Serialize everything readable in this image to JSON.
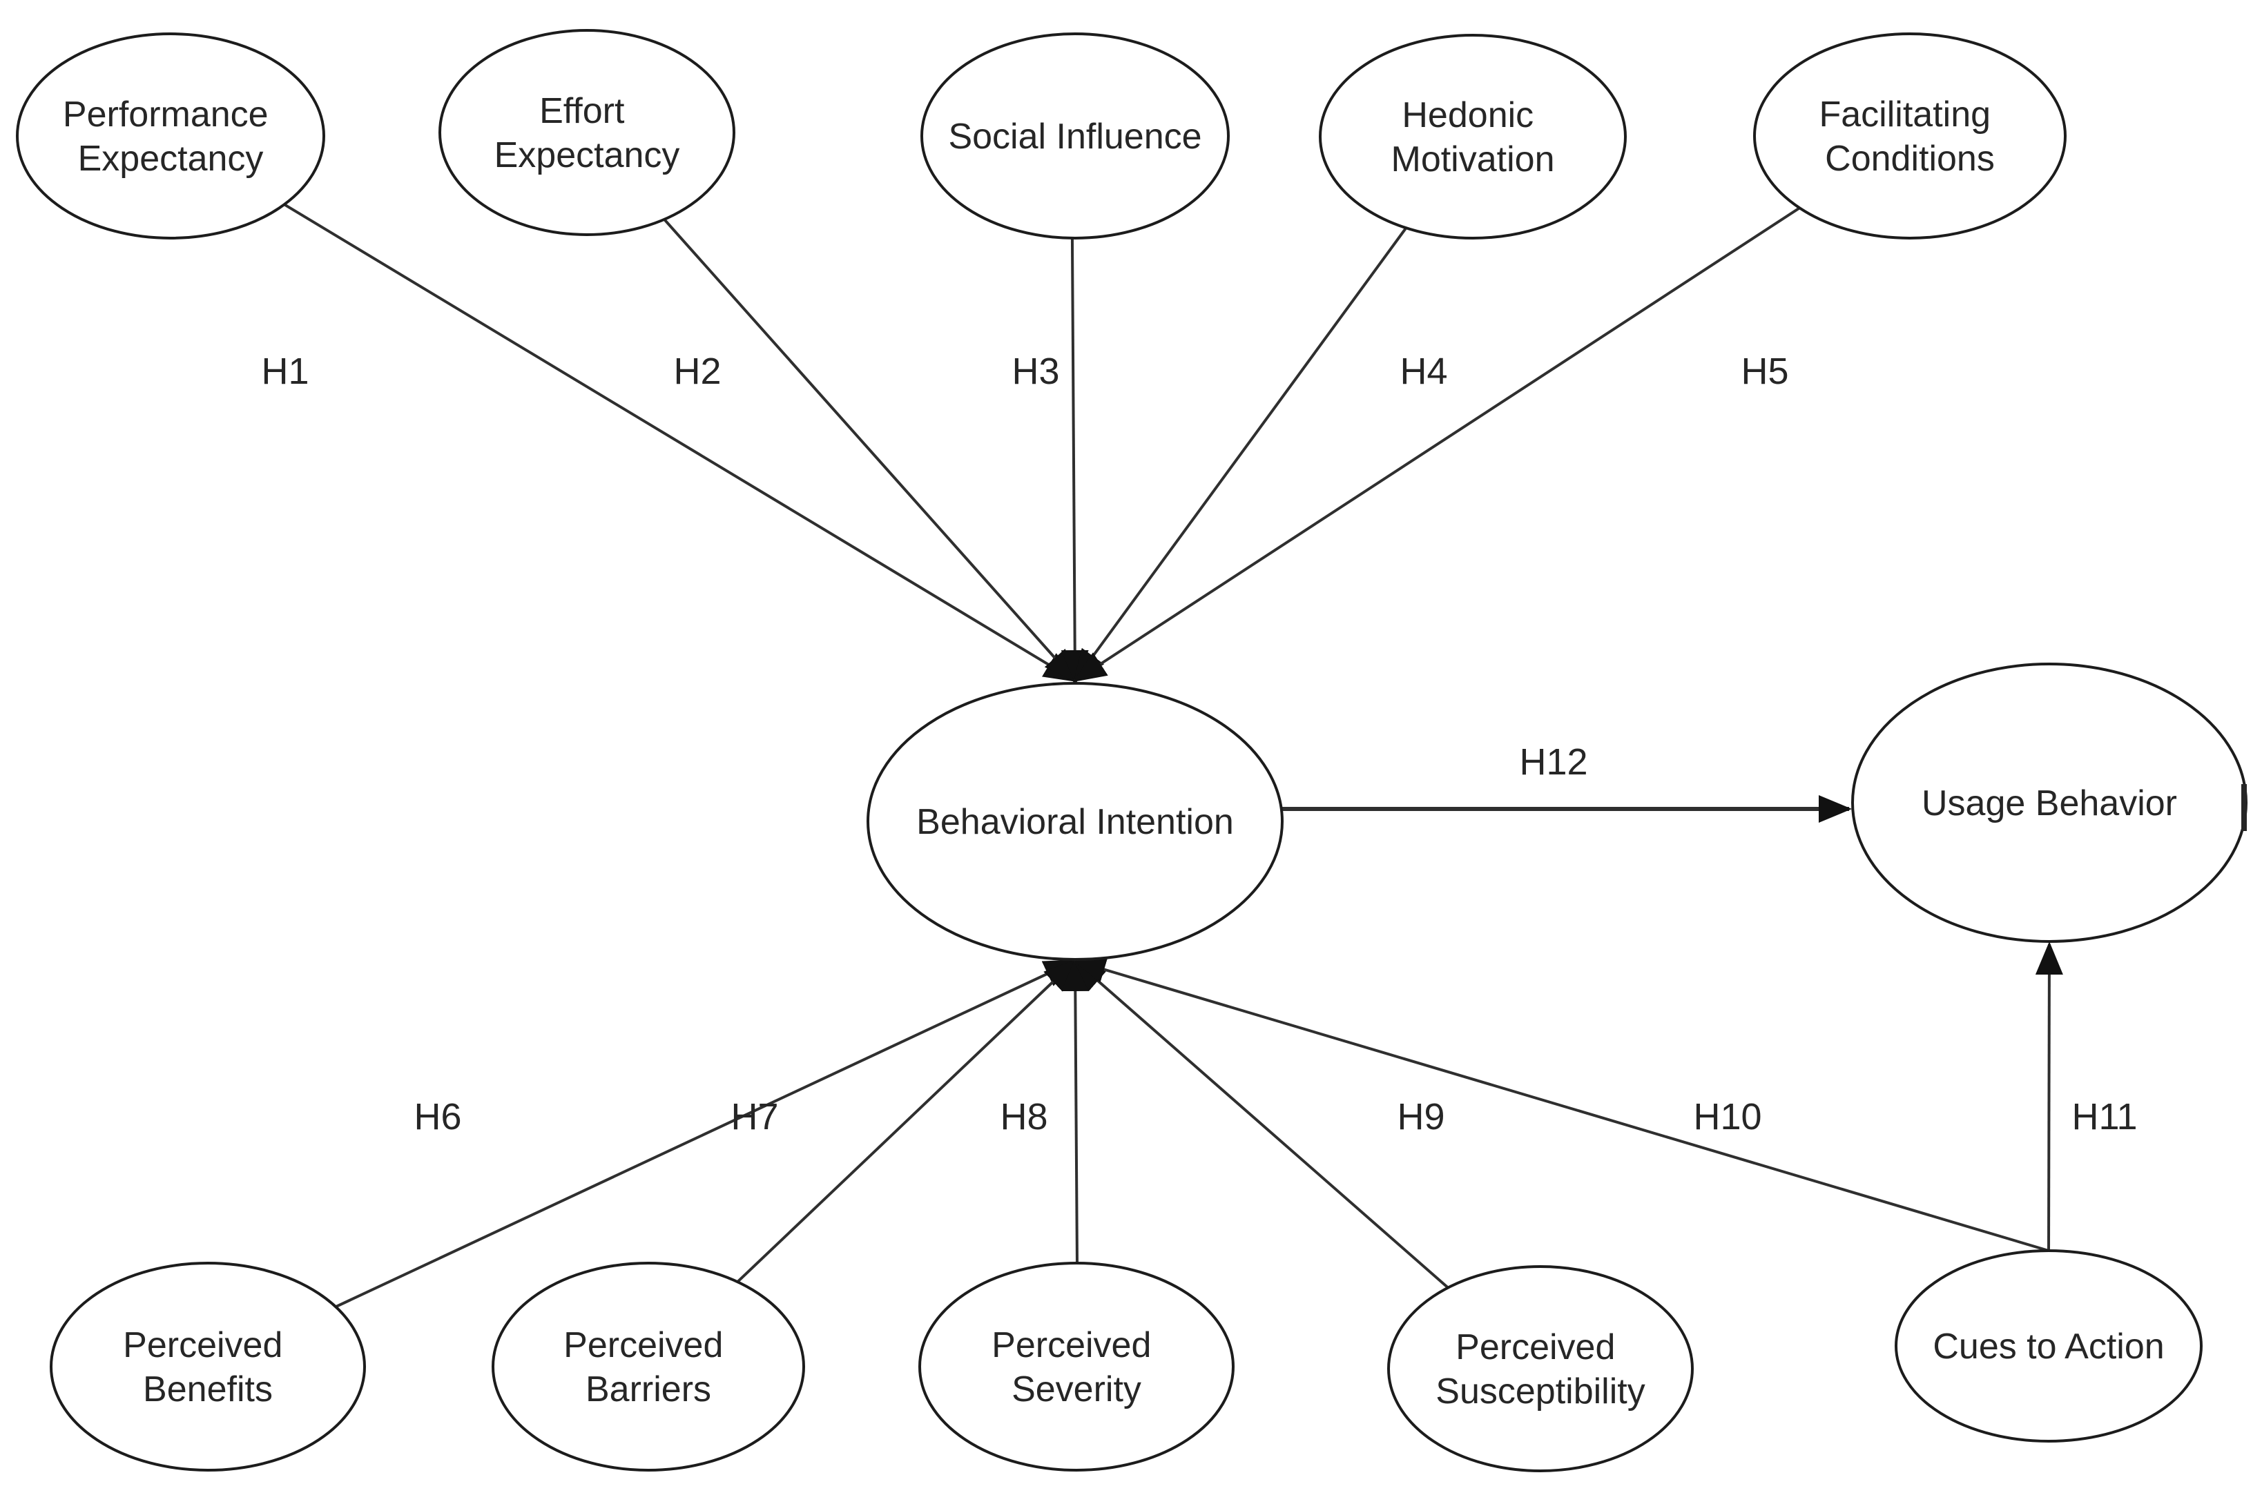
{
  "figure": {
    "type": "hypothesis-path-model",
    "background": "#ffffff",
    "colors": {
      "node_fill": "#ffffff",
      "node_stroke": "#1c1c1c",
      "edge_line": "#2f2f2f",
      "text": "#262626"
    },
    "nodes": [
      {
        "id": "performance-expectancy",
        "lines": [
          "Performance",
          "Expectancy"
        ]
      },
      {
        "id": "effort-expectancy",
        "lines": [
          "Effort",
          "Expectancy"
        ]
      },
      {
        "id": "social-influence",
        "lines": [
          "Social Influence"
        ]
      },
      {
        "id": "hedonic-motivation",
        "lines": [
          "Hedonic",
          "Motivation"
        ]
      },
      {
        "id": "facilitating-conditions",
        "lines": [
          "Facilitating",
          "Conditions"
        ]
      },
      {
        "id": "behavioral-intention",
        "lines": [
          "Behavioral Intention"
        ]
      },
      {
        "id": "usage-behavior",
        "lines": [
          "Usage Behavior"
        ]
      },
      {
        "id": "perceived-benefits",
        "lines": [
          "Perceived",
          "Benefits"
        ]
      },
      {
        "id": "perceived-barriers",
        "lines": [
          "Perceived",
          "Barriers"
        ]
      },
      {
        "id": "perceived-severity",
        "lines": [
          "Perceived",
          "Severity"
        ]
      },
      {
        "id": "perceived-susceptibility",
        "lines": [
          "Perceived",
          "Susceptibility"
        ]
      },
      {
        "id": "cues-to-action",
        "lines": [
          "Cues to Action"
        ]
      }
    ],
    "edges": [
      {
        "label": "H1",
        "from": "Performance Expectancy",
        "to": "Behavioral Intention"
      },
      {
        "label": "H2",
        "from": "Effort Expectancy",
        "to": "Behavioral Intention"
      },
      {
        "label": "H3",
        "from": "Social Influence",
        "to": "Behavioral Intention"
      },
      {
        "label": "H4",
        "from": "Hedonic Motivation",
        "to": "Behavioral Intention"
      },
      {
        "label": "H5",
        "from": "Facilitating Conditions",
        "to": "Behavioral Intention"
      },
      {
        "label": "H6",
        "from": "Perceived Benefits",
        "to": "Behavioral Intention"
      },
      {
        "label": "H7",
        "from": "Perceived Barriers",
        "to": "Behavioral Intention"
      },
      {
        "label": "H8",
        "from": "Perceived Severity",
        "to": "Behavioral Intention"
      },
      {
        "label": "H9",
        "from": "Perceived Susceptibility",
        "to": "Behavioral Intention"
      },
      {
        "label": "H10",
        "from": "Cues to Action",
        "to": "Behavioral Intention"
      },
      {
        "label": "H11",
        "from": "Cues to Action",
        "to": "Usage Behavior"
      },
      {
        "label": "H12",
        "from": "Behavioral Intention",
        "to": "Usage Behavior"
      }
    ]
  }
}
